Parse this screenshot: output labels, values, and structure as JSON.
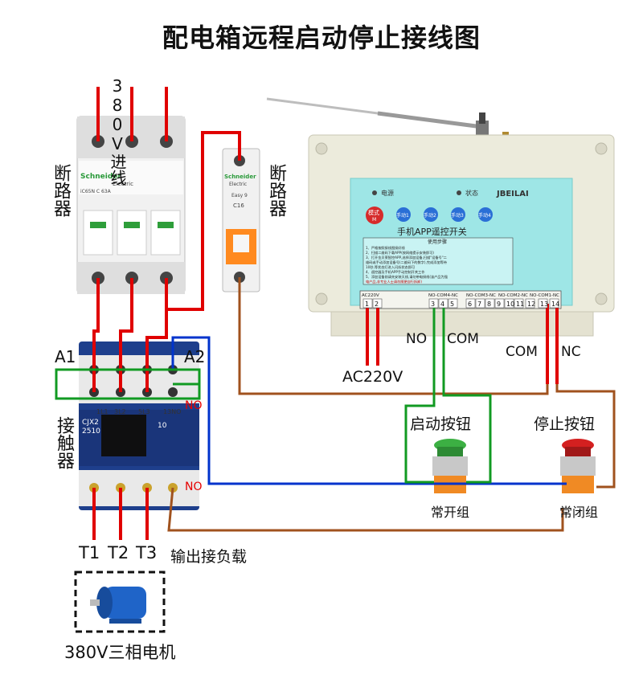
{
  "title": "配电箱远程启动停止接线图",
  "labels": {
    "input_380v": "380V进线",
    "breaker_left": "断路器",
    "breaker_right": "断路器",
    "contactor": "接触器",
    "a1": "A1",
    "a2": "A2",
    "no_upper": "NO",
    "no_lower": "NO",
    "ac220v": "AC220V",
    "left_no": "NO",
    "left_com": "COM",
    "right_com": "COM",
    "right_nc": "NC",
    "start_button": "启动按钮",
    "stop_button": "停止按钮",
    "normally_open_group": "常开组",
    "normally_closed_group": "常闭组",
    "t1": "T1",
    "t2": "T2",
    "t3": "T3",
    "output_load": "输出接负载",
    "motor": "380V三相电机"
  },
  "breaker3p": {
    "brand": "Schneider",
    "sub": "Electric",
    "rating": "iC65N  C 63A"
  },
  "breaker1p": {
    "brand": "Schneider",
    "sub": "Electric",
    "series": "Easy 9",
    "rating": "C16"
  },
  "contactor_device": {
    "model": "CJX2",
    "model2": "2510",
    "code": "10",
    "terminals_top": [
      "1L1",
      "3L2",
      "5L3",
      "13NO"
    ]
  },
  "controller": {
    "brand": "JBEILAI",
    "power": "电源",
    "status": "状态",
    "mode_btn": "模式",
    "mode_sub": "M",
    "manual_buttons": [
      "手动1",
      "手动2",
      "手动3",
      "手动4"
    ],
    "app_title": "手机APP遥控开关",
    "instructions_title": "使用步骤",
    "instructions": [
      "1、严格按照接线图接好线",
      "2、扫描二维码下载APP(按网络提示安装即可)",
      "3、打开金贝莱智控APP,选择添加设备,扫描\"设备号\"二",
      "维码或手动添加设备号(二维码下的数字),完成添加等待",
      "10秒,等状态灯进入闪烁状态即可",
      "4、遥控器及手机APP手动控制开关工作",
      "5、添加设备前请先安装天线,请勿带电接线(该产品为强",
      "电产品,非专业人士请勿随便自行拆卸)"
    ],
    "terminal_groups": [
      "AC220V",
      "NO-COM4-NC",
      "NO-COM3-NC",
      "NO-COM2-NC",
      "NO-COM1-NC"
    ],
    "terminal_numbers": [
      "1",
      "2",
      "3",
      "4",
      "5",
      "6",
      "7",
      "8",
      "9",
      "10",
      "11",
      "12",
      "13",
      "14"
    ]
  },
  "colors": {
    "wire_red": "#e00000",
    "wire_brown": "#a0521e",
    "wire_blue": "#0033cc",
    "wire_green": "#119a22",
    "panel_teal": "#9ee6e6",
    "housing": "#ecebdc"
  }
}
